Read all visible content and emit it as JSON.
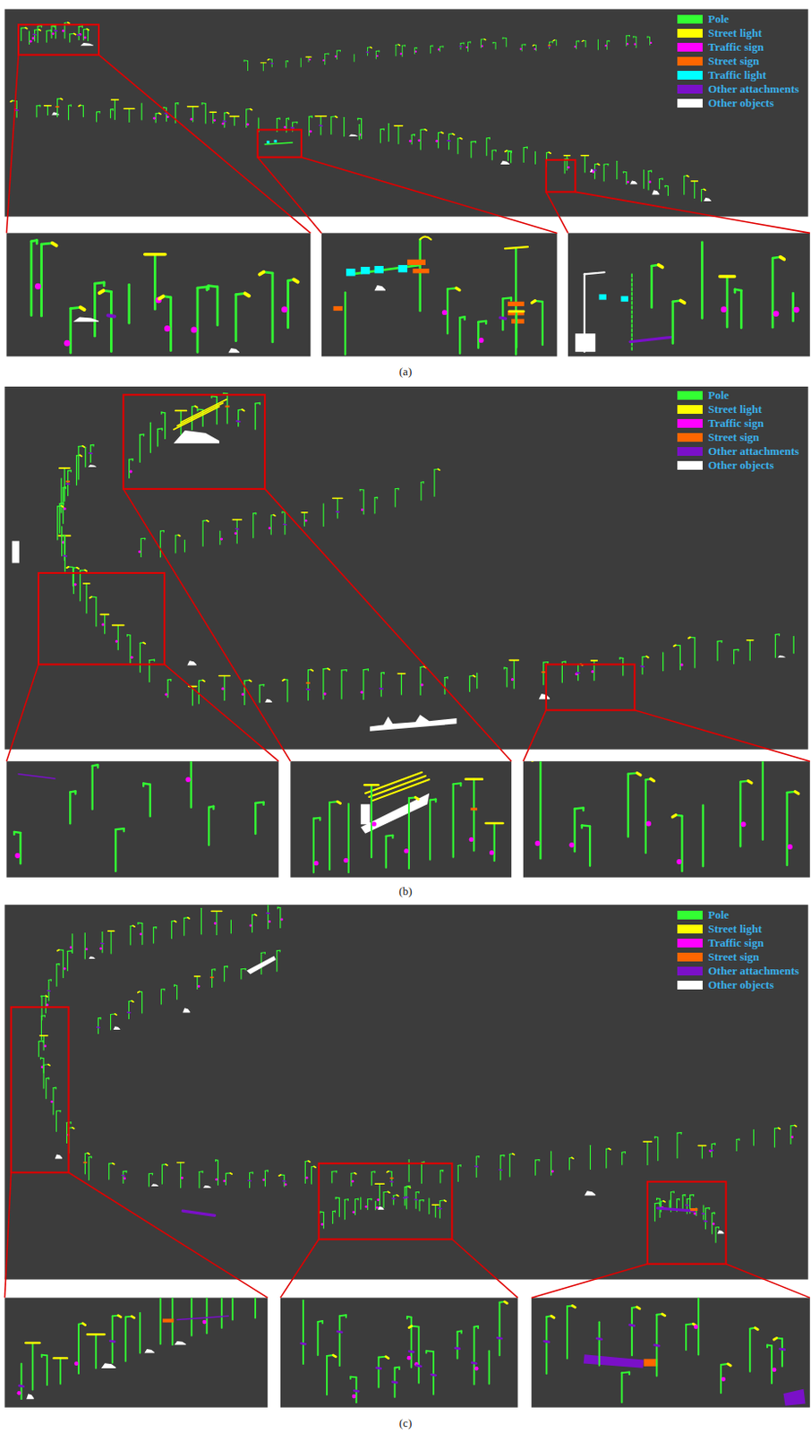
{
  "diagram": {
    "labels": [
      "(a)",
      "(b)",
      "(c)"
    ],
    "legend": [
      {
        "text": "Pole",
        "color": "#33ff33"
      },
      {
        "text": "Street light",
        "color": "#ffff00"
      },
      {
        "text": "Traffic sign",
        "color": "#ff00ff"
      },
      {
        "text": "Street sign",
        "color": "#ff6600"
      },
      {
        "text": "Traffic light",
        "color": "#00ffff"
      },
      {
        "text": "Other attachments",
        "color": "#7a10c8"
      },
      {
        "text": "Other objects",
        "color": "#ffffff"
      },
      {
        "text": "Pole",
        "color": "#33ff33"
      },
      {
        "text": "Street light",
        "color": "#ffff00"
      },
      {
        "text": "Traffic sign",
        "color": "#ff00ff"
      },
      {
        "text": "Street sign",
        "color": "#ff6600"
      },
      {
        "text": "Other attachments",
        "color": "#7a10c8"
      },
      {
        "text": "Other objects",
        "color": "#ffffff"
      },
      {
        "text": "Pole",
        "color": "#33ff33"
      },
      {
        "text": "Street light",
        "color": "#ffff00"
      },
      {
        "text": "Traffic sign",
        "color": "#ff00ff"
      },
      {
        "text": "Street sign",
        "color": "#ff6600"
      },
      {
        "text": "Other attachments",
        "color": "#7a10c8"
      },
      {
        "text": "Other objects",
        "color": "#ffffff"
      }
    ]
  }
}
